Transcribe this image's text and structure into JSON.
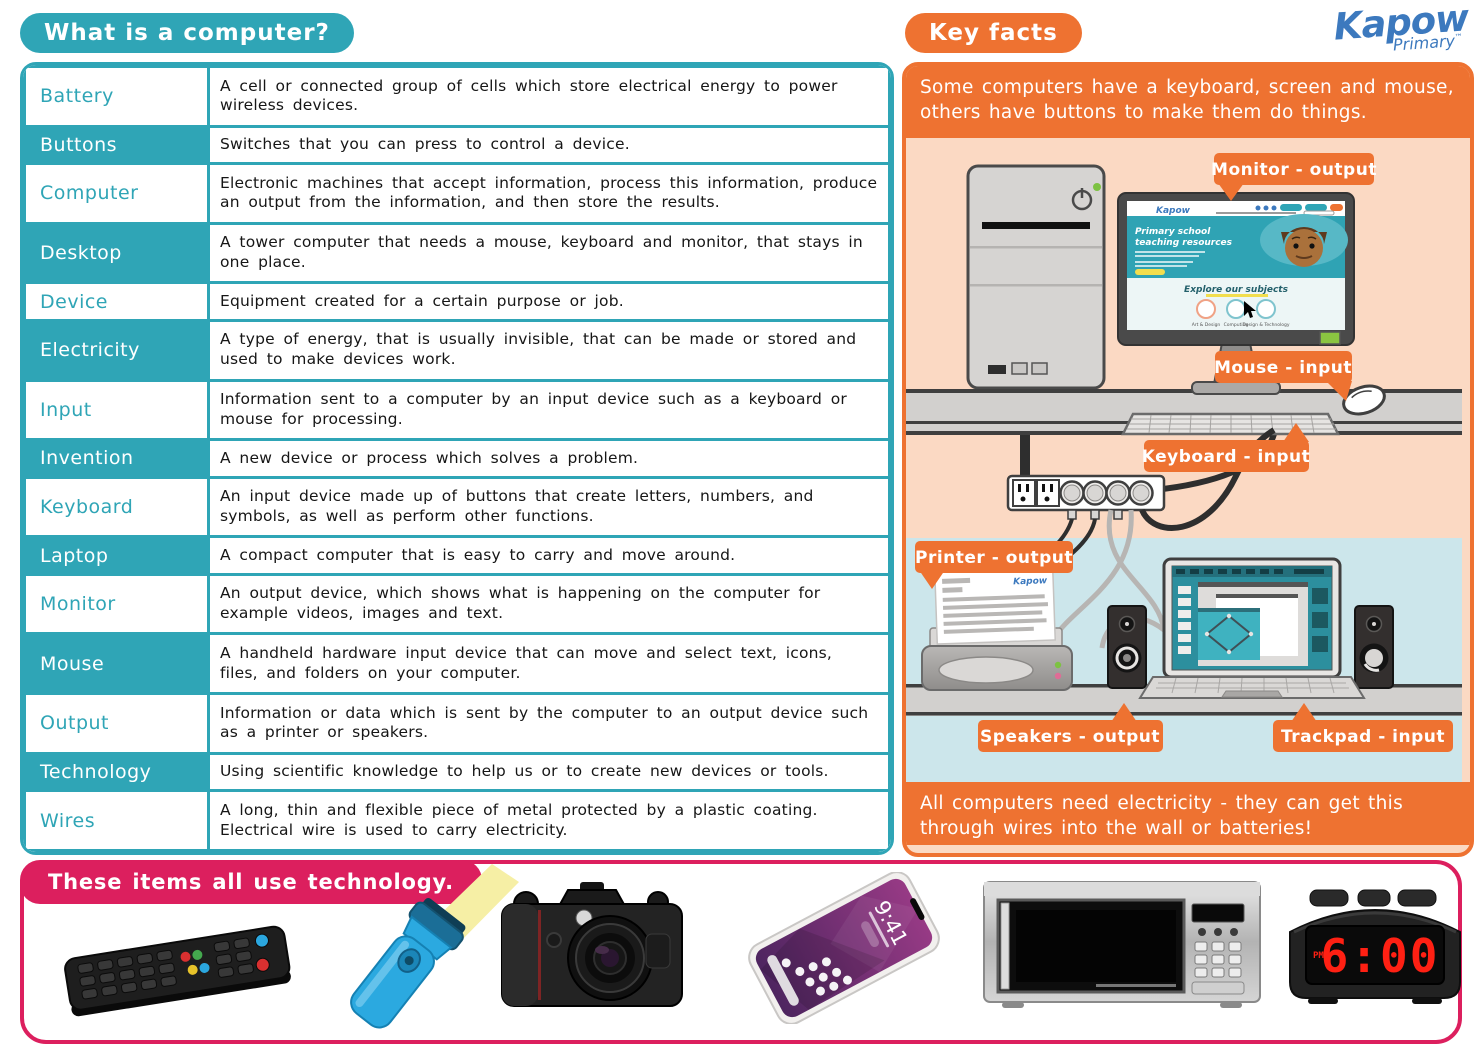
{
  "header": {
    "title_pill": "What is a computer?",
    "key_facts_pill": "Key facts",
    "logo": {
      "brand": "Kapow",
      "sub": "Primary",
      "tm": "™"
    }
  },
  "glossary": {
    "rows": [
      {
        "term": "Battery",
        "definition": "A cell or connected group of cells which store electrical energy to power wireless devices."
      },
      {
        "term": "Buttons",
        "definition": "Switches that you can press to control a device."
      },
      {
        "term": "Computer",
        "definition": "Electronic machines that accept information, process this information, produce an output from the information, and then store the results."
      },
      {
        "term": "Desktop",
        "definition": "A tower computer that needs a mouse, keyboard and monitor, that stays in one place."
      },
      {
        "term": "Device",
        "definition": "Equipment created for a certain purpose or job."
      },
      {
        "term": "Electricity",
        "definition": "A type of energy, that is usually invisible, that can be made or stored and used to make devices work."
      },
      {
        "term": "Input",
        "definition": "Information sent to a computer by an input device such as a keyboard or mouse for processing."
      },
      {
        "term": "Invention",
        "definition": "A new device or process which solves a problem."
      },
      {
        "term": "Keyboard",
        "definition": "An input device made up of buttons that create letters, numbers, and symbols, as well as perform other functions."
      },
      {
        "term": "Laptop",
        "definition": "A compact computer that is easy to carry and move around."
      },
      {
        "term": "Monitor",
        "definition": "An output device, which shows what is happening on the computer for example videos, images and text."
      },
      {
        "term": "Mouse",
        "definition": "A handheld hardware input device that can move and select text, icons, files, and folders on your computer."
      },
      {
        "term": "Output",
        "definition": "Information or data which is sent by the computer to an output device such as a printer or speakers."
      },
      {
        "term": "Technology",
        "definition": "Using scientific knowledge to help us or to create new devices or tools."
      },
      {
        "term": "Wires",
        "definition": "A long, thin and flexible piece of metal protected by a plastic coating. Electrical wire is used to carry electricity."
      }
    ]
  },
  "key_facts": {
    "intro": "Some computers have a keyboard, screen and mouse, others have buttons to make them do things.",
    "footer": "All computers need electricity - they can get this through wires into the wall or batteries!",
    "labels": {
      "monitor": "Monitor - output",
      "mouse": "Mouse - input",
      "keyboard": "Keyboard - input",
      "printer": "Printer - output",
      "speakers": "Speakers - output",
      "trackpad": "Trackpad - input"
    },
    "monitor_screen": {
      "brand": "Kapow",
      "hero_line1": "Primary school",
      "hero_line2": "teaching resources",
      "explore": "Explore our subjects",
      "subjects": [
        "Art & Design",
        "Computing",
        "Design & Technology"
      ]
    },
    "printer_paper_brand": "Kapow"
  },
  "banner": {
    "label": "These items all use technology.",
    "items": [
      "remote-control",
      "flashlight",
      "camera",
      "smartphone",
      "microwave",
      "alarm-clock"
    ],
    "phone_time": "9:41",
    "clock_time": "6:00",
    "clock_meridiem": "PM"
  },
  "colors": {
    "teal": "#2FA5B6",
    "orange": "#EE7231",
    "pink": "#DC1F5E",
    "peach": "#FBD9C3",
    "light_blue": "#CCE6EB",
    "kapow_blue": "#3C79BE"
  }
}
